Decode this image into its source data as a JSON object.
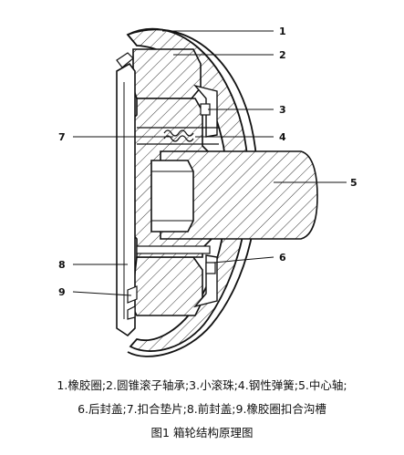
{
  "callouts": {
    "n1": "1",
    "n2": "2",
    "n3": "3",
    "n4": "4",
    "n5": "5",
    "n6": "6",
    "n7": "7",
    "n8": "8",
    "n9": "9"
  },
  "legend": {
    "line1": "1.橡胶圈;2.圆锥滚子轴承;3.小滚珠;4.钢性弹簧;5.中心轴;",
    "line2": "6.后封盖;7.扣合垫片;8.前封盖;9.橡胶圈扣合沟槽"
  },
  "caption": "图1   箱轮结构原理图"
}
